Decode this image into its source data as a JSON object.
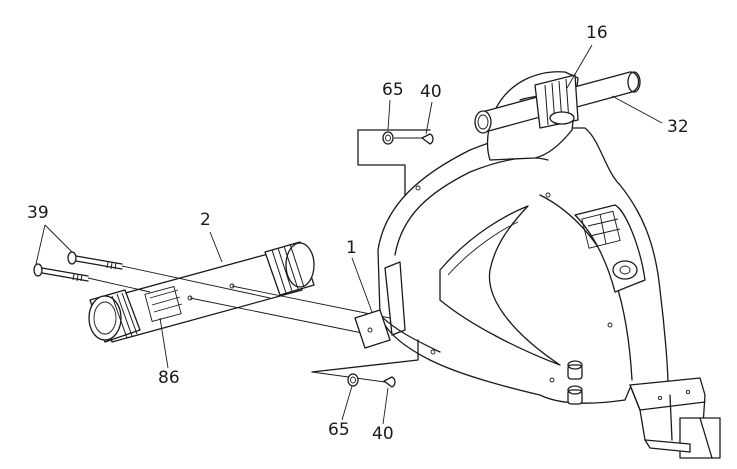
{
  "callouts": {
    "c16": "16",
    "c32": "32",
    "c65_top": "65",
    "c40_top": "40",
    "c39": "39",
    "c2": "2",
    "c1": "1",
    "c86": "86",
    "c65_bottom": "65",
    "c40_bottom": "40"
  },
  "colors": {
    "line": "#1a1a1a",
    "background": "#ffffff"
  }
}
